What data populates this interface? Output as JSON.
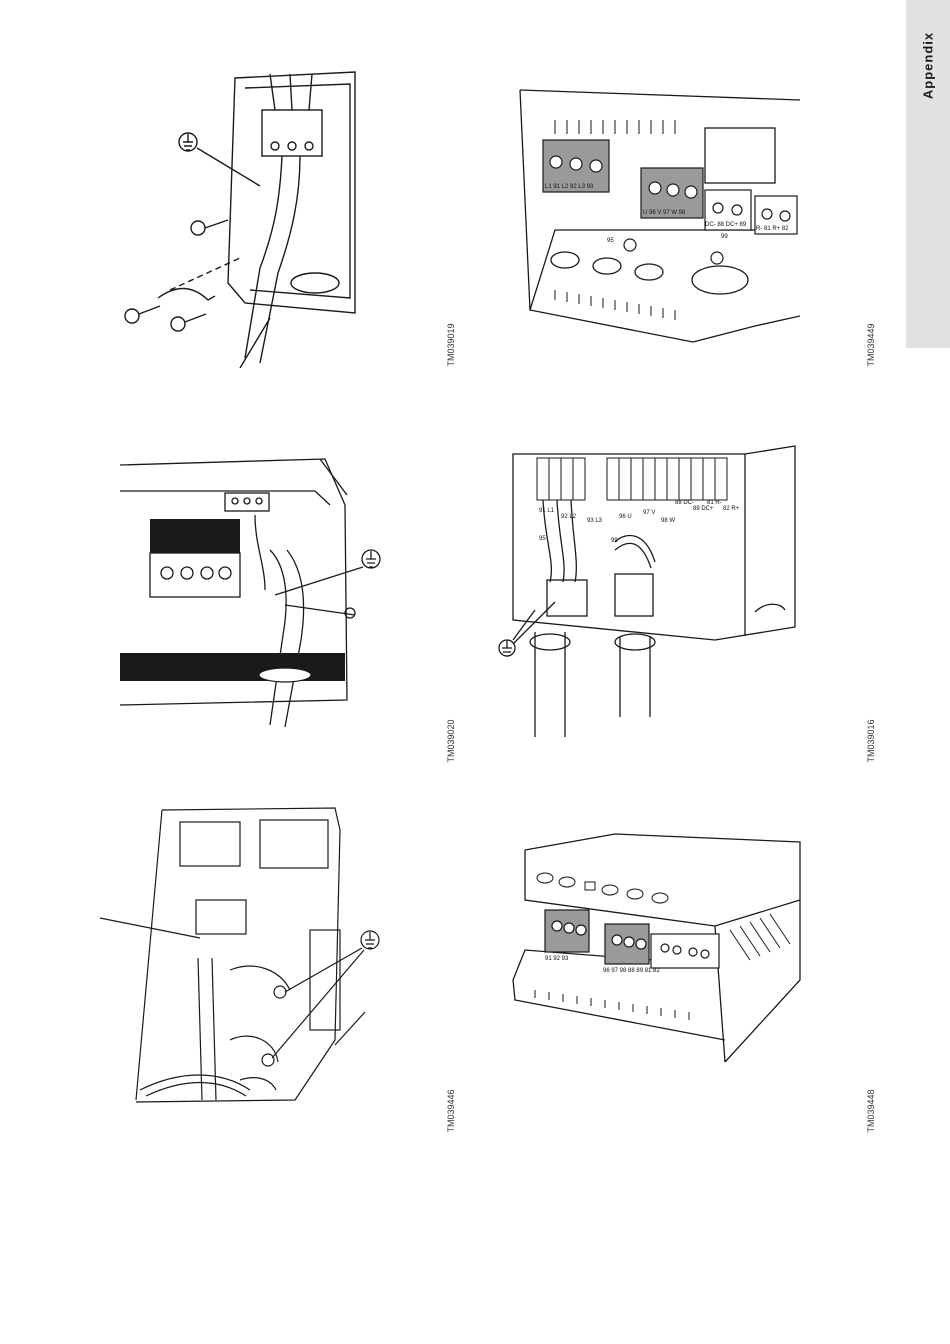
{
  "side_tab": {
    "label": "Appendix"
  },
  "figures": [
    {
      "code": "TM039019"
    },
    {
      "code": "TM039449"
    },
    {
      "code": "TM039020"
    },
    {
      "code": "TM039016"
    },
    {
      "code": "TM039446"
    },
    {
      "code": "TM039448"
    }
  ],
  "labels": {
    "f2_terminals_a": "L1 91  L2 92  L3 93",
    "f2_terminals_b": "U 96  V 97  W 98",
    "f2_dc": "DC- 88  DC+ 89",
    "f2_brake": "R- 81  R+ 82",
    "f2_95": "95",
    "f2_99": "99",
    "f4_91": "91 L1",
    "f4_92": "92 L2",
    "f4_93": "93 L3",
    "f4_96": "96 U",
    "f4_97": "97 V",
    "f4_98": "98 W",
    "f4_88": "88 DC-",
    "f4_89": "89 DC+",
    "f4_81": "81 R-",
    "f4_82": "82 R+",
    "f4_95": "95",
    "f4_99": "99",
    "f6_left": "91  92  93",
    "f6_right": "96  97  98   88  89   81  82"
  },
  "colors": {
    "line": "#1a1a1a",
    "terminal_grey": "#9a9a9a",
    "tab_bg": "#e2e2e2"
  }
}
